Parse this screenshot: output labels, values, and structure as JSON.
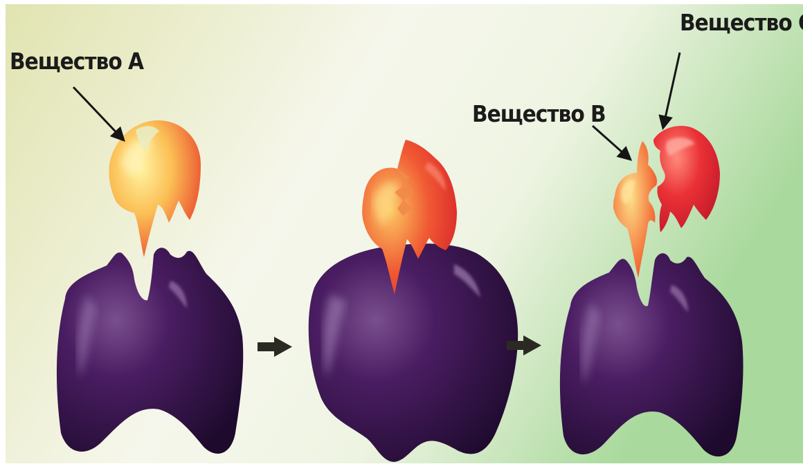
{
  "labels": {
    "substance_a": "Вещество A",
    "substance_b": "Вещество B",
    "substance_c": "Вещество C"
  },
  "colors": {
    "background_left": "#e3e6b6",
    "background_center": "#f5f6ea",
    "background_right": "#a6d89a",
    "enzyme": "#3a1450",
    "substrate_yellow": "#fde46a",
    "substrate_red": "#e8302a"
  },
  "icons": [
    "enzyme-shape",
    "substrate-shape",
    "arrow-right-icon"
  ]
}
